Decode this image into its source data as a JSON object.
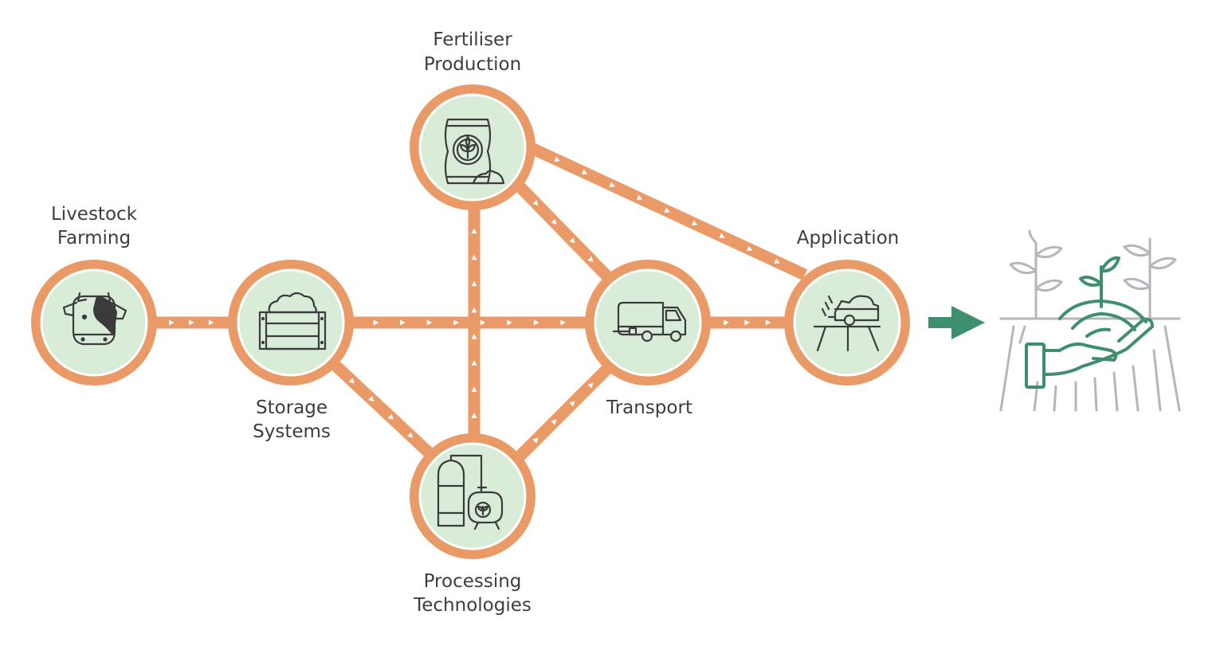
{
  "colors": {
    "link": "#e99a67",
    "node_ring": "#e99a67",
    "node_fill": "#d9ecd8",
    "chevron": "#ffffff",
    "icon_stroke": "#3b3b3b",
    "outcome_arrow": "#3e8f6e",
    "outcome_green": "#3e8f6e",
    "outcome_grey": "#b3b6ba",
    "label": "#3d3d3d"
  },
  "nodes": {
    "livestock": {
      "label_line1": "Livestock",
      "label_line2": "Farming",
      "icon": "cow-icon"
    },
    "storage": {
      "label_line1": "Storage",
      "label_line2": "Systems",
      "icon": "storage-crate-icon"
    },
    "fertiliser": {
      "label_line1": "Fertiliser",
      "label_line2": "Production",
      "icon": "fertiliser-bag-icon"
    },
    "processing": {
      "label_line1": "Processing",
      "label_line2": "Technologies",
      "icon": "biogas-tank-icon"
    },
    "transport": {
      "label_line1": "Transport",
      "icon": "tanker-truck-icon"
    },
    "application": {
      "label_line1": "Application",
      "icon": "manure-spreader-icon"
    }
  },
  "outcome": {
    "icon": "hand-with-plant-icon"
  }
}
